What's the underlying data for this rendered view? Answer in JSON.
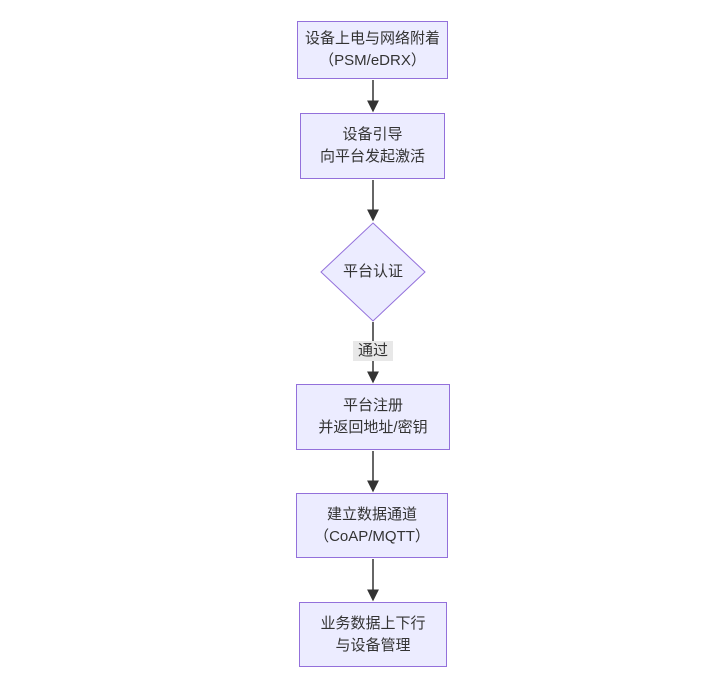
{
  "colors": {
    "canvas_bg": "#ffffff",
    "node_fill": "#ECECFF",
    "node_border": "#9370DB",
    "edge_line": "#333333",
    "arrowhead": "#333333",
    "text": "#333333",
    "edge_label_bg": "#e8e8e8"
  },
  "flow": {
    "nodes": [
      {
        "id": "power-attach",
        "shape": "rect",
        "lines": [
          "设备上电与网络附着",
          "（PSM/eDRX）"
        ]
      },
      {
        "id": "bootstrap",
        "shape": "rect",
        "lines": [
          "设备引导",
          "向平台发起激活"
        ]
      },
      {
        "id": "platform-auth",
        "shape": "diamond",
        "lines": [
          "平台认证"
        ]
      },
      {
        "id": "platform-register",
        "shape": "rect",
        "lines": [
          "平台注册",
          "并返回地址/密钥"
        ]
      },
      {
        "id": "data-channel",
        "shape": "rect",
        "lines": [
          "建立数据通道",
          "（CoAP/MQTT）"
        ]
      },
      {
        "id": "business-data",
        "shape": "rect",
        "lines": [
          "业务数据上下行",
          "与设备管理"
        ]
      }
    ],
    "edges": [
      {
        "from": "power-attach",
        "to": "bootstrap"
      },
      {
        "from": "bootstrap",
        "to": "platform-auth"
      },
      {
        "from": "platform-auth",
        "to": "platform-register",
        "label": "通过"
      },
      {
        "from": "platform-register",
        "to": "data-channel"
      },
      {
        "from": "data-channel",
        "to": "business-data"
      }
    ]
  }
}
